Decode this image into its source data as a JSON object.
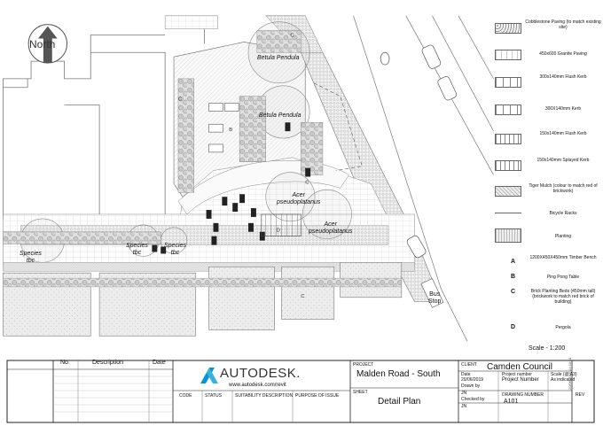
{
  "north": "North",
  "plan_labels": {
    "betula_1": "Betula Pendula",
    "betula_2": "Betula Pendula",
    "acer_1": "Acer\npseudoplatanus",
    "acer_2": "Acer\npseudoplatanus",
    "species_1": "Species\ntbc",
    "species_2": "Species\ntbc",
    "species_3": "Species\ntbc",
    "bus_stop": "Bus\nStop",
    "bed_b": "B",
    "bed_c": "C",
    "bed_d": "D"
  },
  "legend": {
    "items": [
      {
        "label": "Cobblestone Paving (to match existing site)"
      },
      {
        "label": "450x600 Granite Paving"
      },
      {
        "label": "300x140mm Flush Kerb"
      },
      {
        "label": "300X140mm Kerb"
      },
      {
        "label": "150x140mm Flush Kerb"
      },
      {
        "label": "150x140mm Splayed Kerb"
      },
      {
        "label": "Tiger Mulch (colour to match red of brickwork)"
      },
      {
        "label": "Bicycle Racks"
      },
      {
        "label": "Planting"
      }
    ],
    "letters": [
      {
        "letter": "A",
        "label": "1200X450X450mm Timber Bench"
      },
      {
        "letter": "B",
        "label": "Ping Pong Table"
      },
      {
        "letter": "C",
        "label": "Brick Planting Beds (450mm tall) (brickwork to match red brick of building)"
      },
      {
        "letter": "D",
        "label": "Pergola"
      }
    ],
    "scale": "Scale - 1:200"
  },
  "title_block": {
    "rev_headers": {
      "no": "No.",
      "desc": "Description",
      "date": "Date"
    },
    "logo_text": "AUTODESK.",
    "logo_url": "www.autodesk.com/revit",
    "code": "CODE",
    "status": "STATUS",
    "suitability": "SUITABILITY DESCRIPTION",
    "purpose": "PURPOSE OF ISSUE",
    "project_label": "PROJECT",
    "project": "Malden Road - South",
    "sheet_label": "SHEET",
    "sheet": "Detail Plan",
    "client_label": "CLIENT",
    "client": "Camden Council",
    "date_label": "Date",
    "date": "20/06/2019",
    "drawn_label": "Drawn by",
    "drawn": "JN",
    "checked_label": "Checked by",
    "checked": "JN",
    "project_number_label": "Project number",
    "project_number": "Project Number",
    "drawing_number_label": "DRAWING NUMBER",
    "drawing_number": "A101",
    "scale_label": "Scale (@ A3)",
    "scale": "As indicated",
    "rev_label": "REV",
    "timestamp": "20/06/2019 14:10:01"
  }
}
